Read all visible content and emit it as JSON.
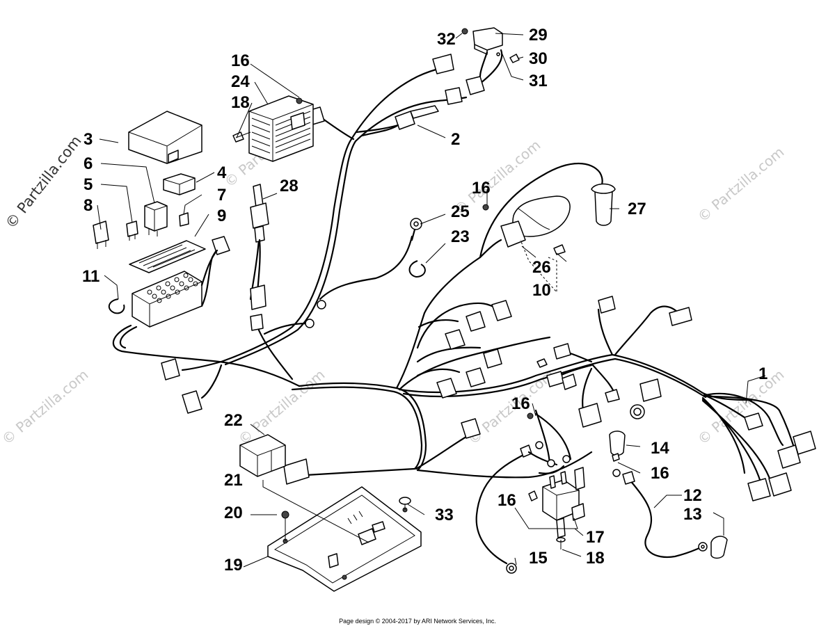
{
  "watermark": {
    "side_text": "© Partzilla.com",
    "repeat_text": "© Partzilla.com"
  },
  "callouts": {
    "c1": "1",
    "c2": "2",
    "c3": "3",
    "c4": "4",
    "c5": "5",
    "c6": "6",
    "c7": "7",
    "c8": "8",
    "c9": "9",
    "c10": "10",
    "c11": "11",
    "c12": "12",
    "c13": "13",
    "c14": "14",
    "c15": "15",
    "c16a": "16",
    "c16b": "16",
    "c16c": "16",
    "c16d": "16",
    "c16e": "16",
    "c17": "17",
    "c18a": "18",
    "c18b": "18",
    "c19": "19",
    "c20": "20",
    "c21": "21",
    "c22": "22",
    "c23": "23",
    "c24": "24",
    "c25": "25",
    "c26": "26",
    "c27": "27",
    "c28": "28",
    "c29": "29",
    "c30": "30",
    "c31": "31",
    "c32": "32",
    "c33": "33"
  },
  "footer": "Page design © 2004-2017 by ARI Network Services, Inc."
}
